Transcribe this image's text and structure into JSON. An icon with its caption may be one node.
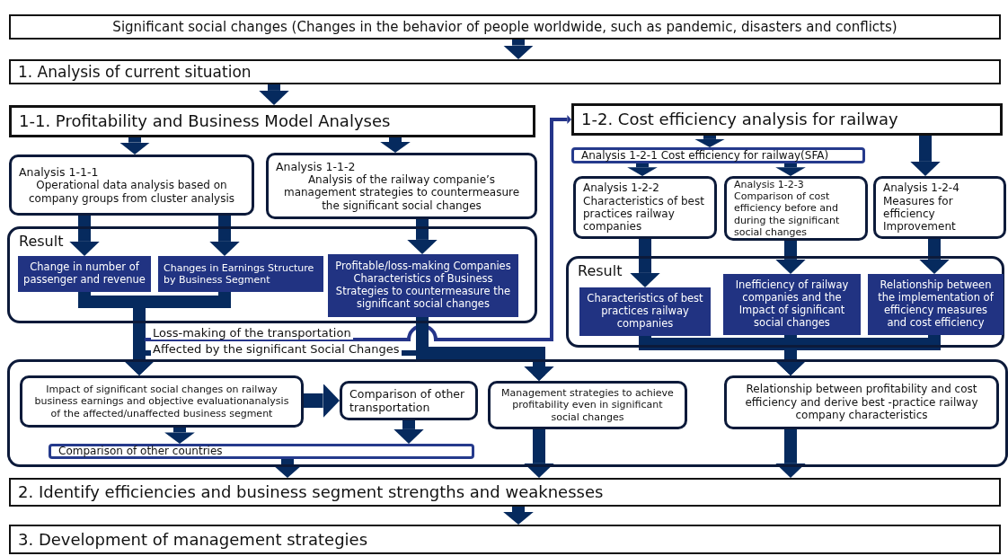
{
  "diagram": {
    "nodes": [
      {
        "text": [
          "Significant social changes (Changes in the behavior of people worldwide, such as pandemic, disasters and conflicts)"
        ]
      },
      {
        "text": [
          "1. Analysis of current situation"
        ]
      },
      {
        "text": [
          "1-1. Profitability and Business Model Analyses"
        ]
      },
      {
        "text": [
          "1-2. Cost efficiency analysis for railway"
        ]
      },
      {
        "text": [
          "Analysis 1-1-1",
          "Operational data analysis based on company groups from cluster analysis"
        ]
      },
      {
        "text": [
          "Analysis 1-1-2",
          "Analysis of the railway companie’s management strategies to countermeasure the significant social changes"
        ]
      },
      {
        "text": [
          "Result"
        ]
      },
      {
        "text": [
          "Change in number of passenger and revenue"
        ],
        "in": 6
      },
      {
        "text": [
          "Changes in Earnings Structure by Business Segment"
        ],
        "in": 6
      },
      {
        "text": [
          "Profitable/loss-making Companies Characteristics of Business Strategies to countermeasure the significant social changes"
        ],
        "in": 6
      },
      {
        "text": [
          "Analysis 1-2-1 Cost efficiency for railway(SFA)"
        ]
      },
      {
        "text": [
          "Analysis 1-2-2 Characteristics of best practices railway companies"
        ]
      },
      {
        "text": [
          "Analysis 1-2-3 Comparison of cost efficiency before and during the significant social changes"
        ]
      },
      {
        "text": [
          "Analysis 1-2-4 Measures for efficiency Improvement"
        ]
      },
      {
        "text": [
          "Result"
        ]
      },
      {
        "text": [
          "Characteristics of best practices railway companies"
        ],
        "in": 14
      },
      {
        "text": [
          "Inefficiency of railway companies and the Impact of significant social changes"
        ],
        "in": 14
      },
      {
        "text": [
          "Relationship between the implementation of efficiency measures and cost efficiency"
        ],
        "in": 14
      },
      {
        "text": [],
        "shape": "box"
      },
      {
        "text": [
          "Impact of significant social changes on railway business earnings and objective evaluationanalysis of the affected/unaffected business segment"
        ],
        "in": 18
      },
      {
        "text": [
          "Comparison of other transportation"
        ],
        "in": 18
      },
      {
        "text": [
          "Comparison of other countries"
        ],
        "in": 18
      },
      {
        "text": [
          "Management strategies to achieve profitability even in significant social changes"
        ],
        "in": 18
      },
      {
        "text": [
          "Relationship between profitability and cost efficiency and derive best -practice railway company characteristics"
        ],
        "in": 18
      },
      {
        "text": [
          "2. Identify efficiencies and business segment strengths and weaknesses"
        ]
      },
      {
        "text": [
          "3. Development of management strategies"
        ]
      }
    ],
    "edges": [
      {
        "from": 0,
        "to": 1,
        "arrow": "to"
      },
      {
        "from": 1,
        "to": 2,
        "arrow": "to"
      },
      {
        "from": 2,
        "to": 4,
        "arrow": "to"
      },
      {
        "from": 2,
        "to": 5,
        "arrow": "to"
      },
      {
        "from": 4,
        "to": 7,
        "arrow": "to"
      },
      {
        "from": 4,
        "to": 8,
        "arrow": "to"
      },
      {
        "from": 5,
        "to": 9,
        "arrow": "to"
      },
      {
        "from": 3,
        "to": 10,
        "arrow": "to"
      },
      {
        "from": 3,
        "to": 13,
        "arrow": "to"
      },
      {
        "from": 10,
        "to": 11,
        "arrow": "to"
      },
      {
        "from": 10,
        "to": 12,
        "arrow": "to"
      },
      {
        "from": 11,
        "to": 15,
        "arrow": "to"
      },
      {
        "from": 12,
        "to": 16,
        "arrow": "to"
      },
      {
        "from": 13,
        "to": 17,
        "arrow": "to"
      },
      {
        "from": 7,
        "to": 19,
        "arrow": "to"
      },
      {
        "from": 8,
        "to": 19,
        "arrow": "to"
      },
      {
        "from": 6,
        "to": 3,
        "arrow": "to",
        "label": "Loss-making of the transportation",
        "color": "#25358a"
      },
      {
        "from": 6,
        "to": 22,
        "arrow": "to",
        "label": "Affected by the significant Social Changes"
      },
      {
        "from": 9,
        "to": 22,
        "arrow": "to"
      },
      {
        "from": 19,
        "to": 20,
        "arrow": "to"
      },
      {
        "from": 19,
        "to": 21,
        "arrow": "to"
      },
      {
        "from": 20,
        "to": 21,
        "arrow": "to"
      },
      {
        "from": 21,
        "to": 24,
        "arrow": "to"
      },
      {
        "from": 22,
        "to": 24,
        "arrow": "to"
      },
      {
        "from": 15,
        "to": 23,
        "arrow": "to"
      },
      {
        "from": 16,
        "to": 23,
        "arrow": "to"
      },
      {
        "from": 17,
        "to": 23,
        "arrow": "to"
      },
      {
        "from": 23,
        "to": 24,
        "arrow": "to"
      },
      {
        "from": 24,
        "to": 25,
        "arrow": "to"
      }
    ]
  }
}
